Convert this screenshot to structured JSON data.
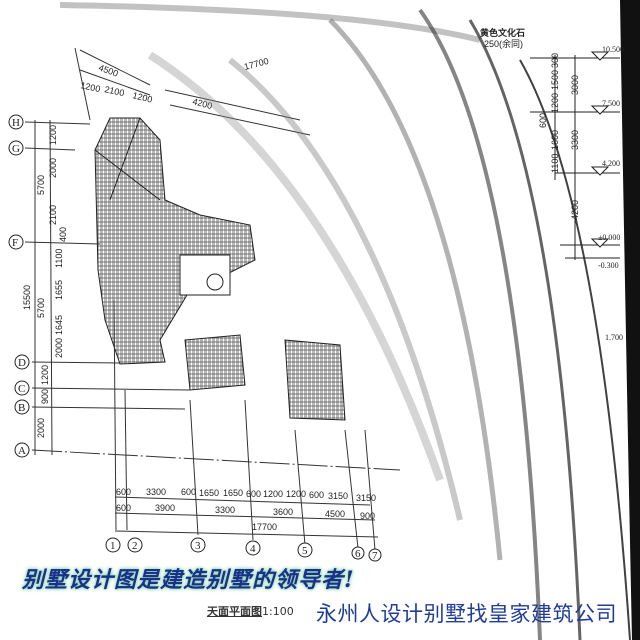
{
  "grid_rows": [
    "H",
    "G",
    "F",
    "D",
    "C",
    "B",
    "A"
  ],
  "grid_cols": [
    "1",
    "2",
    "3",
    "4",
    "5",
    "6",
    "7"
  ],
  "left_dims": {
    "total": "15500",
    "outer": [
      "5700",
      "5700",
      "2000"
    ],
    "inner": [
      "1200",
      "2000",
      "2100",
      "400",
      "1100",
      "1655",
      "1645",
      "2000",
      "1200",
      "900"
    ]
  },
  "bottom_dims": {
    "row1": [
      "600",
      "3300",
      "600",
      "1650",
      "1650",
      "600",
      "1200",
      "1200",
      "600",
      "3150",
      "3150"
    ],
    "row2": [
      "600",
      "3900",
      "3300",
      "3600",
      "4500",
      "900"
    ],
    "total": "17700"
  },
  "top_dims": [
    "4500",
    "1200",
    "2100",
    "1200",
    "4200",
    "17700"
  ],
  "elevation": {
    "material_note": "黄色文化石",
    "material_note2": "250(余同)",
    "levels": [
      "10.500",
      "7.500",
      "4.200",
      "±0.000",
      "-0.300",
      "1.700"
    ],
    "left_dims": [
      "300",
      "1500",
      "1200",
      "600",
      "1600",
      "1100"
    ],
    "right_dims": [
      "3000",
      "3300",
      "4200"
    ]
  },
  "drawing_title": "天面平面图",
  "drawing_scale": "1:100",
  "slogan": "别墅设计图是建造别墅的领导者!",
  "company": "永州人设计别墅找皇家建筑公司"
}
